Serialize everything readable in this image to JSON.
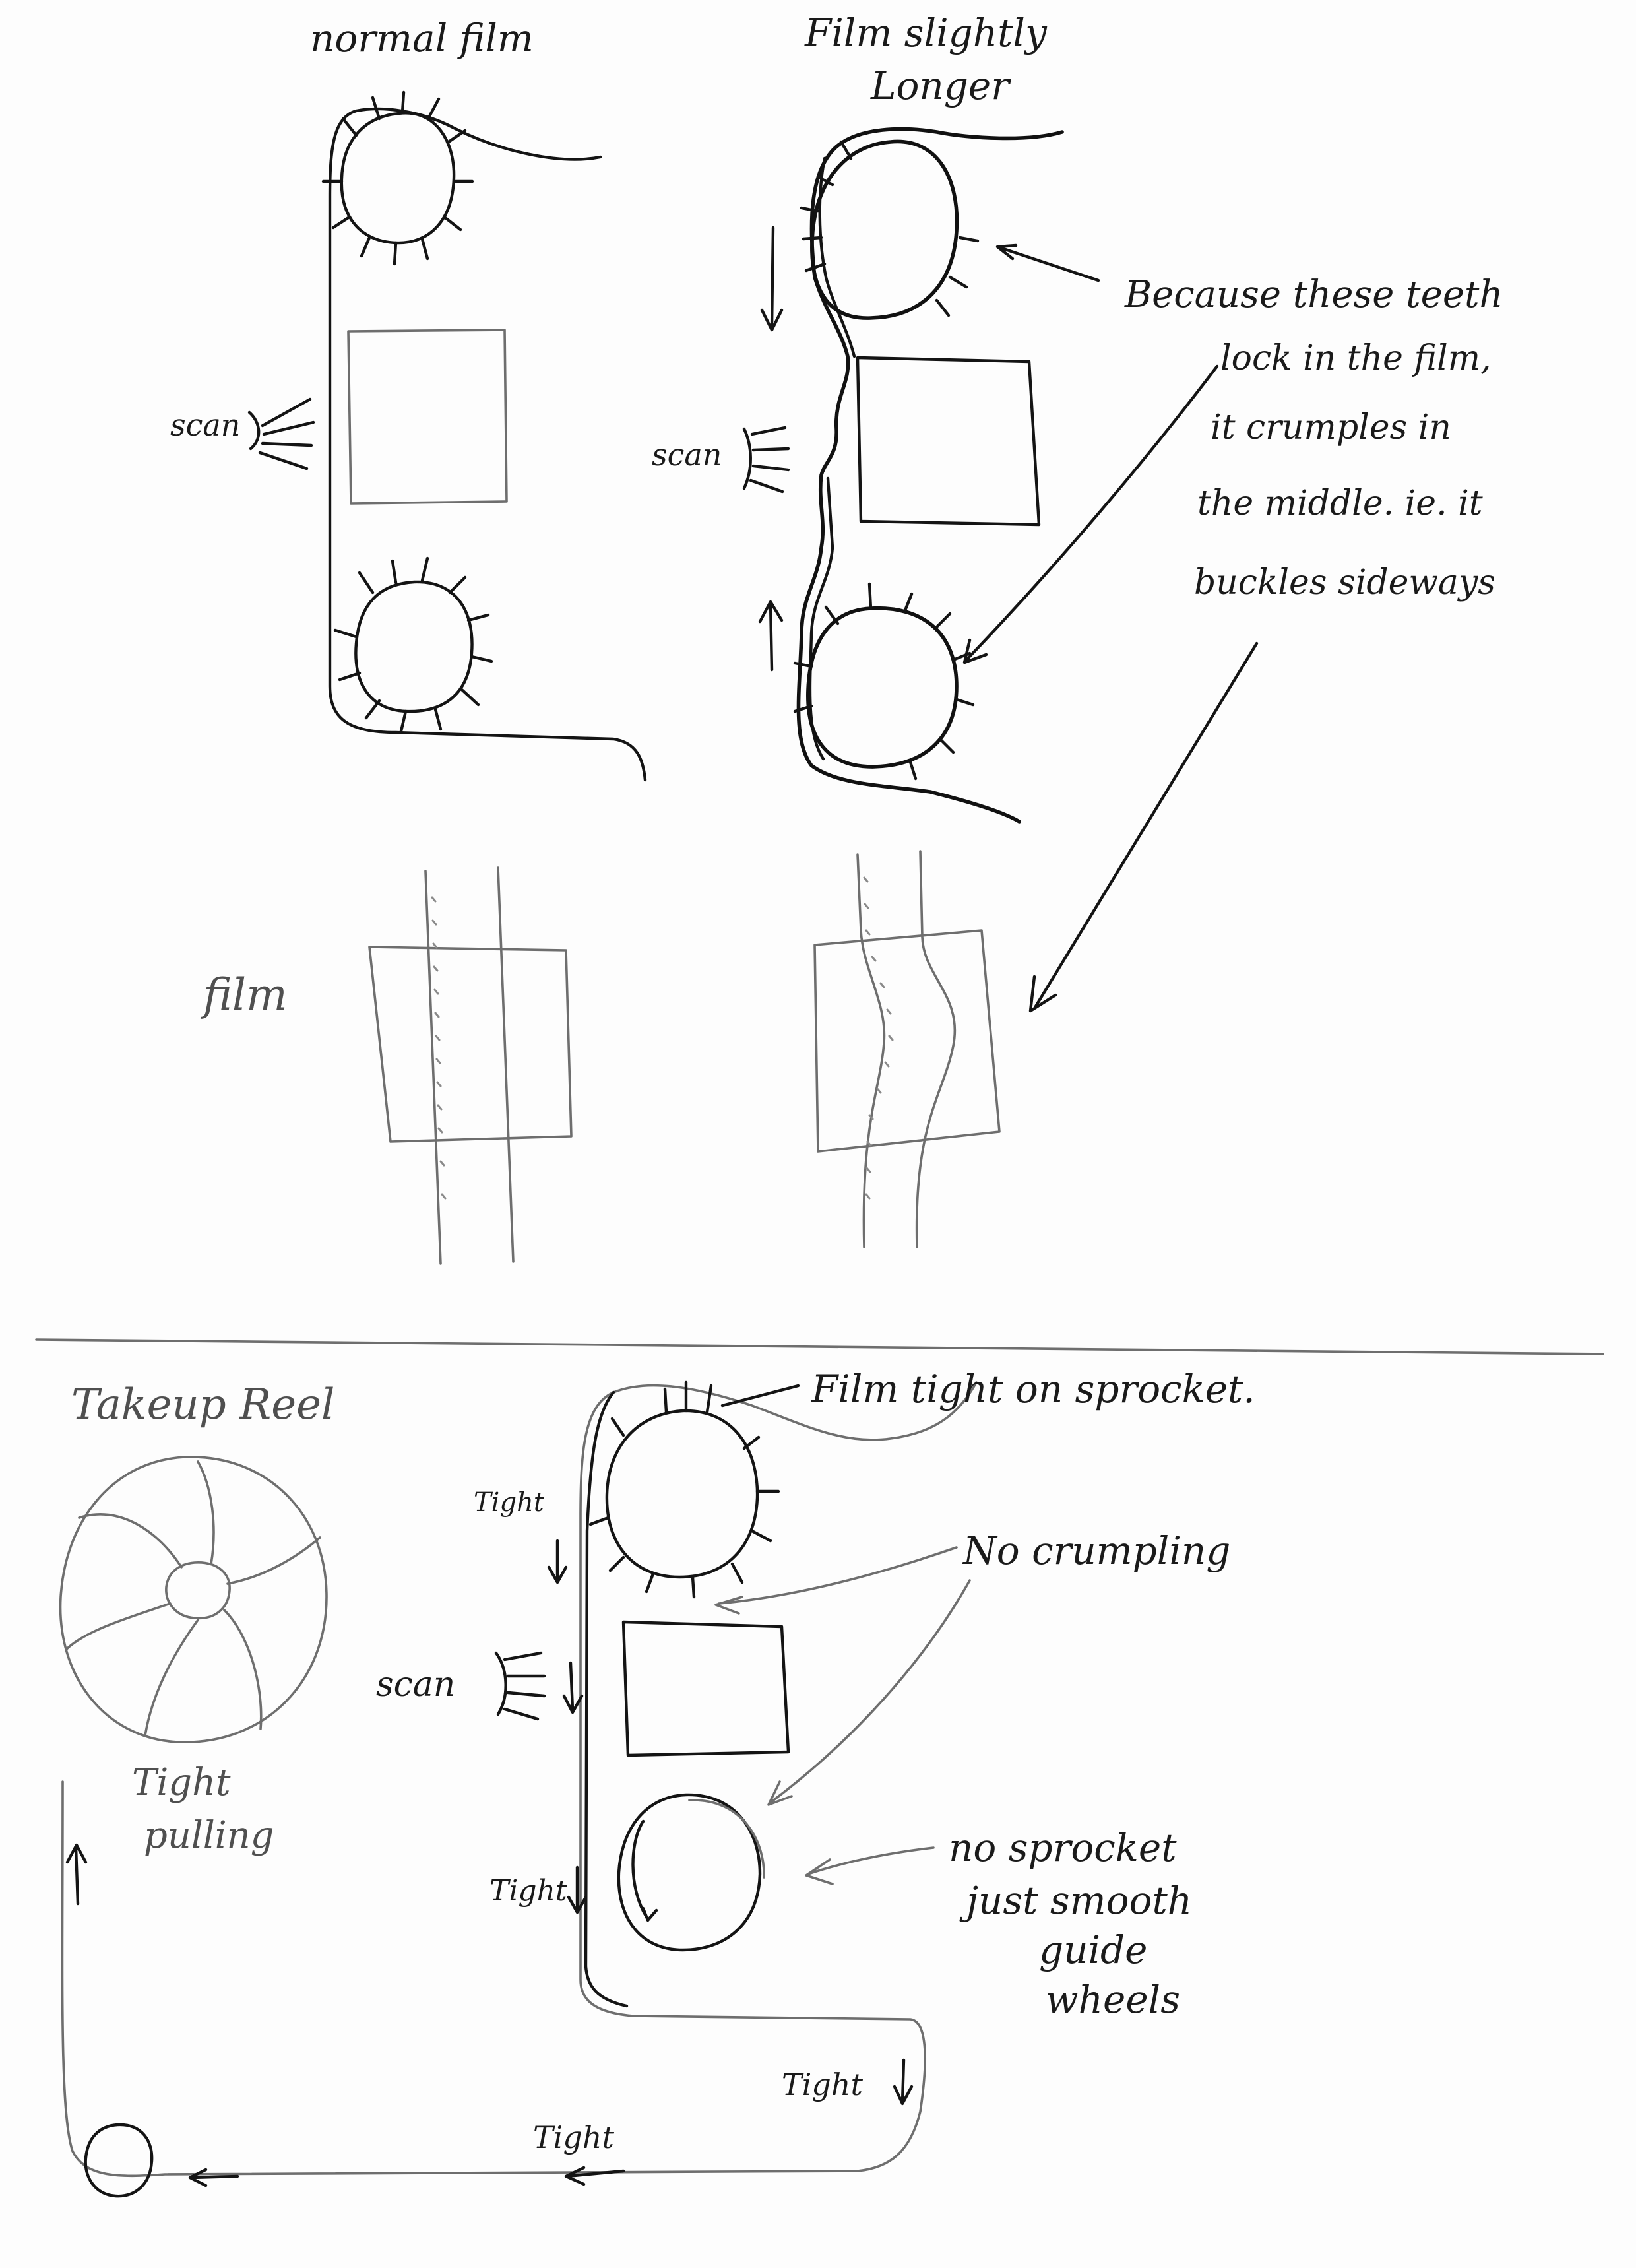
{
  "labels": {
    "normal_film": "normal film",
    "film_slightly_longer_line1": "Film slightly",
    "film_slightly_longer_line2": "Longer",
    "because_line1": "Because these teeth",
    "because_line2": "lock in the film,",
    "because_line3": "it crumples in",
    "because_line4": "the middle. ie. it",
    "because_line5": "buckles sideways",
    "scan": "scan",
    "film": "film",
    "takeup_reel": "Takeup Reel",
    "film_tight_on_sprocket": "Film tight on sprocket.",
    "tight": "Tight",
    "no_crumpling": "No crumpling",
    "tight_pulling_line1": "Tight",
    "tight_pulling_line2": "pulling",
    "no_sprocket_line1": "no sprocket",
    "no_sprocket_line2": "just smooth",
    "no_sprocket_line3": "guide",
    "no_sprocket_line4": "wheels"
  },
  "colors": {
    "paper": "#fdfdfd",
    "ink": "#141414",
    "pencil": "#6e6e6e"
  }
}
